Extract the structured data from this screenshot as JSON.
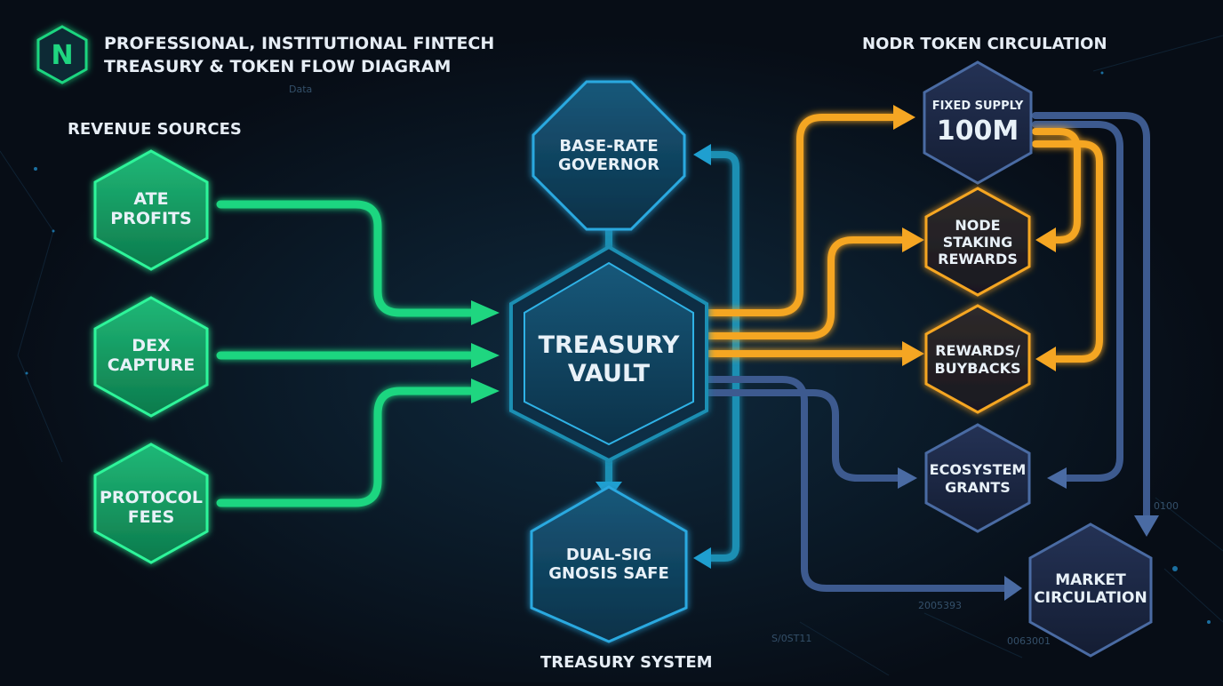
{
  "header": {
    "title_line1": "PROFESSIONAL, INSTITUTIONAL FINTECH",
    "title_line2": "TREASURY & TOKEN FLOW DIAGRAM",
    "logo_text": "N"
  },
  "sections": {
    "revenue_sources": "REVENUE SOURCES",
    "token_circulation": "NODR TOKEN CIRCULATION",
    "treasury_system": "TREASURY SYSTEM"
  },
  "nodes": {
    "ate_profits": {
      "line1": "ATE",
      "line2": "PROFITS"
    },
    "dex_capture": {
      "line1": "DEX",
      "line2": "CAPTURE"
    },
    "protocol_fees": {
      "line1": "PROTOCOL",
      "line2": "FEES"
    },
    "base_rate_governor": {
      "line1": "BASE-RATE",
      "line2": "GOVERNOR"
    },
    "treasury_vault": {
      "line1": "TREASURY",
      "line2": "VAULT"
    },
    "dual_sig": {
      "line1": "DUAL-SIG",
      "line2": "GNOSIS SAFE"
    },
    "fixed_supply": {
      "line1": "FIXED SUPPLY",
      "line2": "100M"
    },
    "node_staking": {
      "line1": "NODE",
      "line2": "STAKING",
      "line3": "REWARDS"
    },
    "rewards_buybacks": {
      "line1": "REWARDS/",
      "line2": "BUYBACKS"
    },
    "ecosystem_grants": {
      "line1": "ECOSYSTEM",
      "line2": "GRANTS"
    },
    "market_circulation": {
      "line1": "MARKET",
      "line2": "CIRCULATION"
    }
  },
  "background_text": {
    "t1": "Data",
    "t2": "0100",
    "t3": "2005393",
    "t4": "S/0ST11",
    "t5": "0063001"
  },
  "colors": {
    "green": "#1fd680",
    "orange": "#f5a623",
    "cyan": "#1a8fb3",
    "slate": "#3d5a8f",
    "navy_node": "#1a2744",
    "teal_node": "#0f4a66"
  }
}
